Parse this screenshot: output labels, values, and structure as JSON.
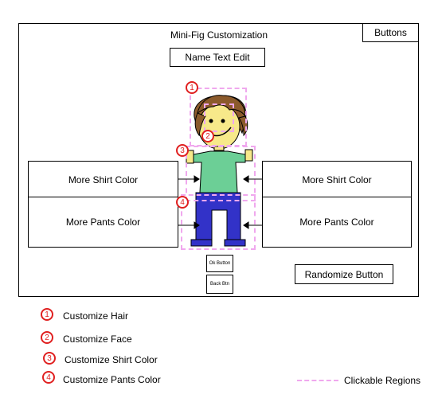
{
  "screen": {
    "title": "Mini-Fig Customization",
    "buttons_label": "Buttons",
    "name_edit_label": "Name Text Edit",
    "left_shirt_label": "More Shirt Color",
    "left_pants_label": "More  Pants Color",
    "right_shirt_label": "More Shirt Color",
    "right_pants_label": "More  Pants Color",
    "ok_button_label": "Ok Button",
    "back_button_label": "Back Btn",
    "randomize_label": "Randomize Button"
  },
  "markers": {
    "hair": "1",
    "face": "2",
    "shirt": "3",
    "pants": "4"
  },
  "legend": {
    "items": [
      {
        "num": "1",
        "label": "Customize Hair"
      },
      {
        "num": "2",
        "label": "Customize Face"
      },
      {
        "num": "3",
        "label": "Customize Shirt Color"
      },
      {
        "num": "4",
        "label": "Customize Pants Color"
      }
    ],
    "clickable_label": "Clickable Regions"
  },
  "colors": {
    "hair": "#8b5a2b",
    "face": "#f7e98a",
    "shirt": "#6ccf96",
    "pants": "#3232c8",
    "dashed": "#f0a8ee",
    "marker": "#e02020"
  }
}
